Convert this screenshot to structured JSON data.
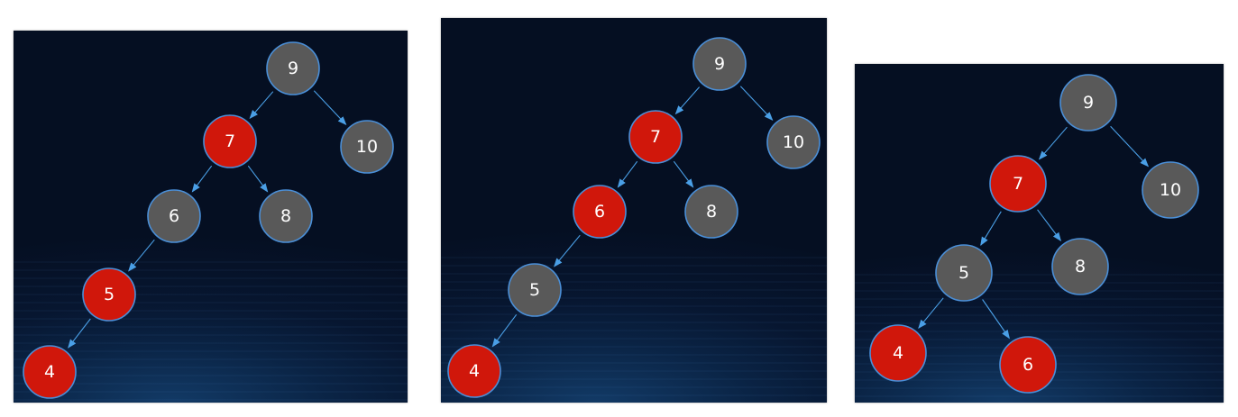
{
  "colors": {
    "black_node": "#595959",
    "red_node": "#d0170b",
    "edge": "#4a9fe6",
    "node_outline": "#4a8fd8"
  },
  "trees": [
    {
      "nodes": [
        {
          "id": "n9",
          "label": "9",
          "color": "black"
        },
        {
          "id": "n7",
          "label": "7",
          "color": "red"
        },
        {
          "id": "n10",
          "label": "10",
          "color": "black"
        },
        {
          "id": "n6",
          "label": "6",
          "color": "black"
        },
        {
          "id": "n8",
          "label": "8",
          "color": "black"
        },
        {
          "id": "n5",
          "label": "5",
          "color": "red"
        },
        {
          "id": "n4",
          "label": "4",
          "color": "red"
        }
      ],
      "edges": [
        [
          "n9",
          "n7"
        ],
        [
          "n9",
          "n10"
        ],
        [
          "n7",
          "n6"
        ],
        [
          "n7",
          "n8"
        ],
        [
          "n6",
          "n5"
        ],
        [
          "n5",
          "n4"
        ]
      ]
    },
    {
      "nodes": [
        {
          "id": "n9",
          "label": "9",
          "color": "black"
        },
        {
          "id": "n7",
          "label": "7",
          "color": "red"
        },
        {
          "id": "n10",
          "label": "10",
          "color": "black"
        },
        {
          "id": "n6",
          "label": "6",
          "color": "red"
        },
        {
          "id": "n8",
          "label": "8",
          "color": "black"
        },
        {
          "id": "n5",
          "label": "5",
          "color": "black"
        },
        {
          "id": "n4",
          "label": "4",
          "color": "red"
        }
      ],
      "edges": [
        [
          "n9",
          "n7"
        ],
        [
          "n9",
          "n10"
        ],
        [
          "n7",
          "n6"
        ],
        [
          "n7",
          "n8"
        ],
        [
          "n6",
          "n5"
        ],
        [
          "n5",
          "n4"
        ]
      ]
    },
    {
      "nodes": [
        {
          "id": "n9",
          "label": "9",
          "color": "black"
        },
        {
          "id": "n7",
          "label": "7",
          "color": "red"
        },
        {
          "id": "n10",
          "label": "10",
          "color": "black"
        },
        {
          "id": "n5",
          "label": "5",
          "color": "black"
        },
        {
          "id": "n8",
          "label": "8",
          "color": "black"
        },
        {
          "id": "n4",
          "label": "4",
          "color": "red"
        },
        {
          "id": "n6",
          "label": "6",
          "color": "red"
        }
      ],
      "edges": [
        [
          "n9",
          "n7"
        ],
        [
          "n9",
          "n10"
        ],
        [
          "n7",
          "n5"
        ],
        [
          "n7",
          "n8"
        ],
        [
          "n5",
          "n4"
        ],
        [
          "n5",
          "n6"
        ]
      ]
    }
  ]
}
